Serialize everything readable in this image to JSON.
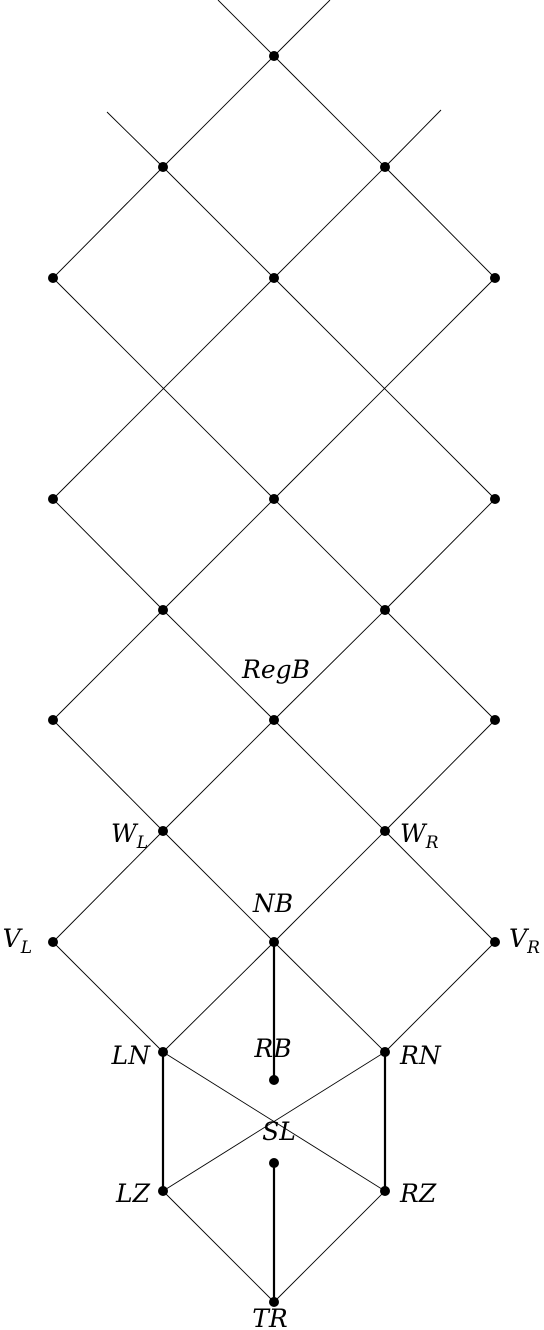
{
  "diagram": {
    "type": "lattice",
    "nodes": [
      {
        "id": "top1"
      },
      {
        "id": "t2a"
      },
      {
        "id": "t2b"
      },
      {
        "id": "t3a"
      },
      {
        "id": "t3b"
      },
      {
        "id": "t3c"
      },
      {
        "id": "m5a"
      },
      {
        "id": "m5b"
      },
      {
        "id": "m5c"
      },
      {
        "id": "m6a"
      },
      {
        "id": "m6b"
      },
      {
        "id": "m7a"
      },
      {
        "id": "RegB"
      },
      {
        "id": "m7c"
      },
      {
        "id": "W_L"
      },
      {
        "id": "W_R"
      },
      {
        "id": "V_L"
      },
      {
        "id": "NB"
      },
      {
        "id": "V_R"
      },
      {
        "id": "LN"
      },
      {
        "id": "RN"
      },
      {
        "id": "RB"
      },
      {
        "id": "SL"
      },
      {
        "id": "LZ"
      },
      {
        "id": "RZ"
      },
      {
        "id": "TR"
      }
    ],
    "labels": {
      "RegB": "RegB",
      "W_L": {
        "base": "W",
        "sub": "L"
      },
      "W_R": {
        "base": "W",
        "sub": "R"
      },
      "V_L": {
        "base": "V",
        "sub": "L"
      },
      "V_R": {
        "base": "V",
        "sub": "R"
      },
      "NB": "NB",
      "LN": "LN",
      "RN": "RN",
      "RB": "RB",
      "SL": "SL",
      "LZ": "LZ",
      "RZ": "RZ",
      "TR": "TR"
    }
  }
}
